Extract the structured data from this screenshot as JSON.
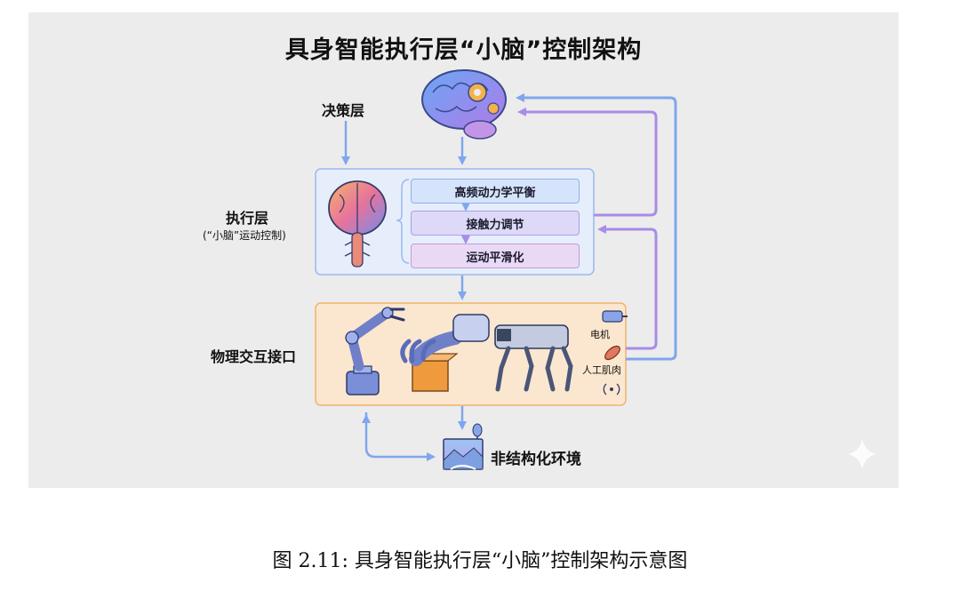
{
  "figure": {
    "title": "具身智能执行层“小脑”控制架构",
    "decision_layer_label": "决策层",
    "execution_layer_label": "执行层",
    "execution_layer_sublabel": "(“小脑”运动控制)",
    "physical_interface_label": "物理交互接口",
    "environment_label": "非结构化环境",
    "stages": [
      "高频动力学平衡",
      "接触力调节",
      "运动平滑化"
    ],
    "actuators": {
      "motor_label": "电机",
      "muscle_label": "人工肌肉"
    },
    "icons": [
      "brain-gear-icon",
      "cerebellum-icon",
      "robot-arm-icon",
      "robot-hand-icon",
      "quadruped-robot-icon",
      "motor-icon",
      "artificial-muscle-icon",
      "wireless-signal-icon",
      "landscape-icon",
      "sparkle-icon"
    ],
    "colors": {
      "arrow_blue": "#7fa6ee",
      "arrow_purple": "#a98be8",
      "exec_panel": "#e6eefb",
      "physical_panel": "#fbe7cf"
    }
  },
  "caption": "图 2.11: 具身智能执行层“小脑”控制架构示意图"
}
